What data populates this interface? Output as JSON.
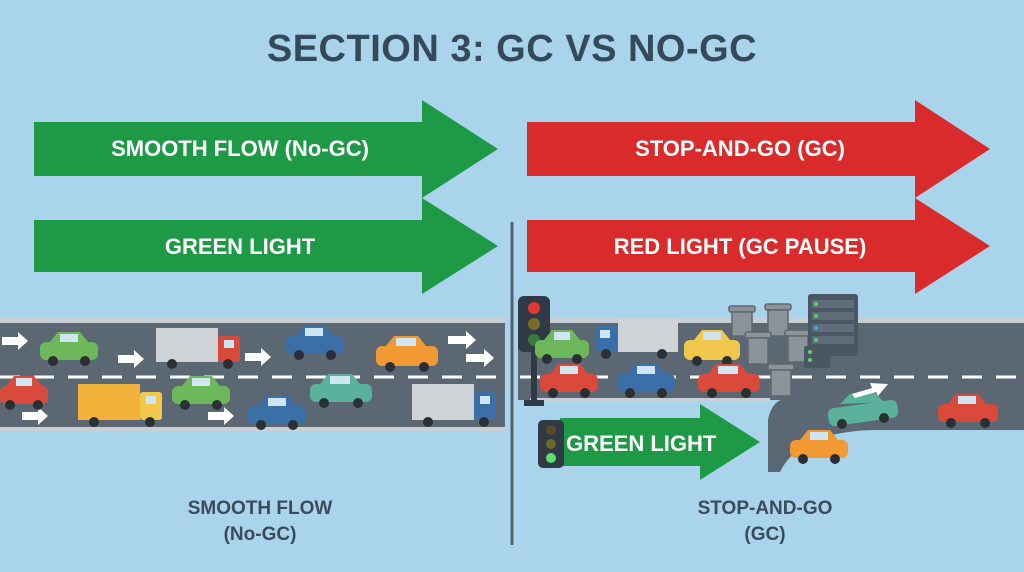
{
  "title": "SECTION 3: GC VS NO-GC",
  "arrows": {
    "smooth_flow": "SMOOTH FLOW (No-GC)",
    "green_light": "GREEN LIGHT",
    "stop_and_go": "STOP-AND-GO (GC)",
    "red_light": "RED LIGHT (GC PAUSE)",
    "green_light_small": "GREEN LIGHT"
  },
  "captions": {
    "left_line1": "SMOOTH FLOW",
    "left_line2": "(No-GC)",
    "right_line1": "STOP-AND-GO",
    "right_line2": "(GC)"
  },
  "colors": {
    "background": "#a9d4ec",
    "road": "#5b6874",
    "green_arrow": "#1e9a47",
    "red_arrow": "#d92b2b",
    "title_text": "#34495a"
  }
}
